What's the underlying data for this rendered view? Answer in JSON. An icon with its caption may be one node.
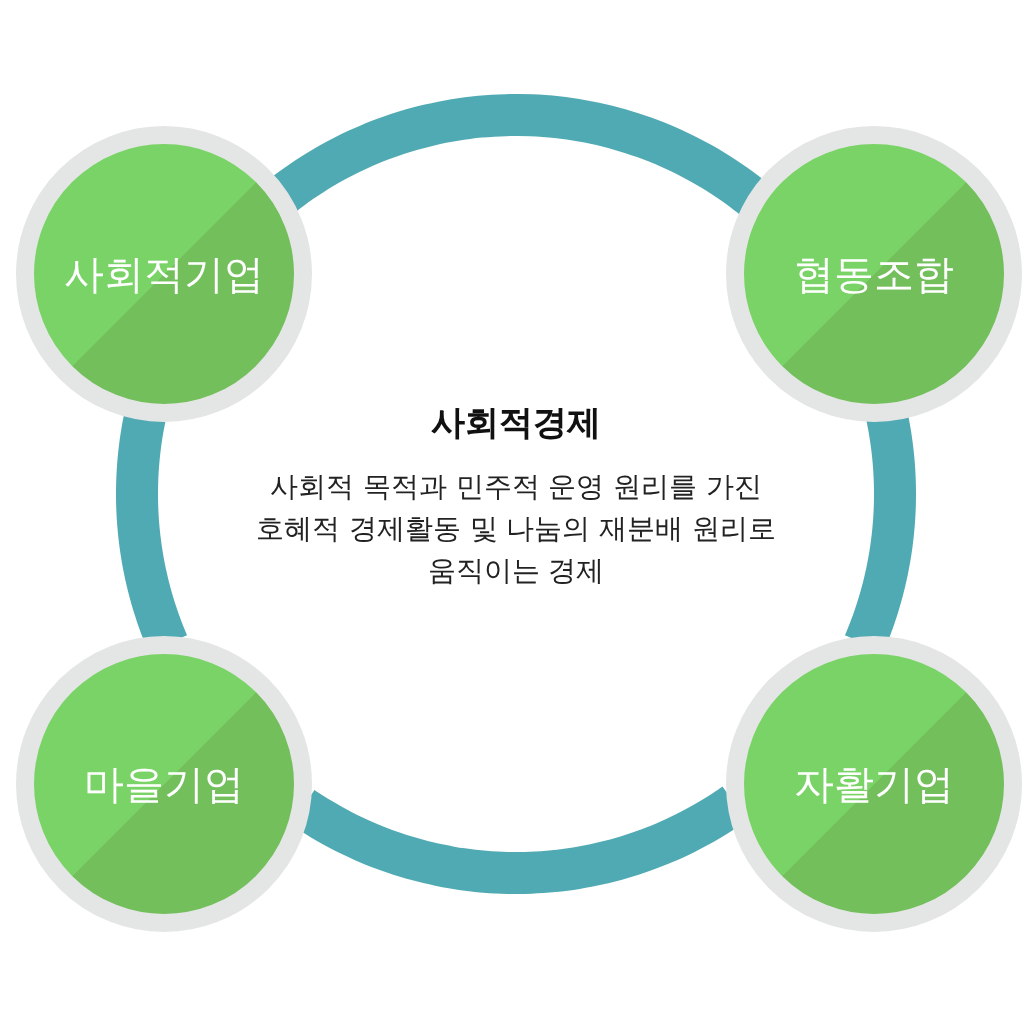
{
  "diagram": {
    "nodes": [
      {
        "text": [
          "사회적기업"
        ]
      },
      {
        "text": [
          "협동조합"
        ]
      },
      {
        "text": [
          "마을기업"
        ]
      },
      {
        "text": [
          "자활기업"
        ]
      }
    ],
    "edges": [
      {
        "from": 0,
        "to": 1,
        "arrow": "none"
      },
      {
        "from": 1,
        "to": 3,
        "arrow": "none"
      },
      {
        "from": 3,
        "to": 2,
        "arrow": "none"
      },
      {
        "from": 2,
        "to": 0,
        "arrow": "none"
      }
    ],
    "labels": [
      "사회적경제",
      "사회적 목적과 민주적 운영 원리를 가진 호혜적 경제활동 및 나눔의 재분배 원리로 움직이는 경제"
    ]
  }
}
